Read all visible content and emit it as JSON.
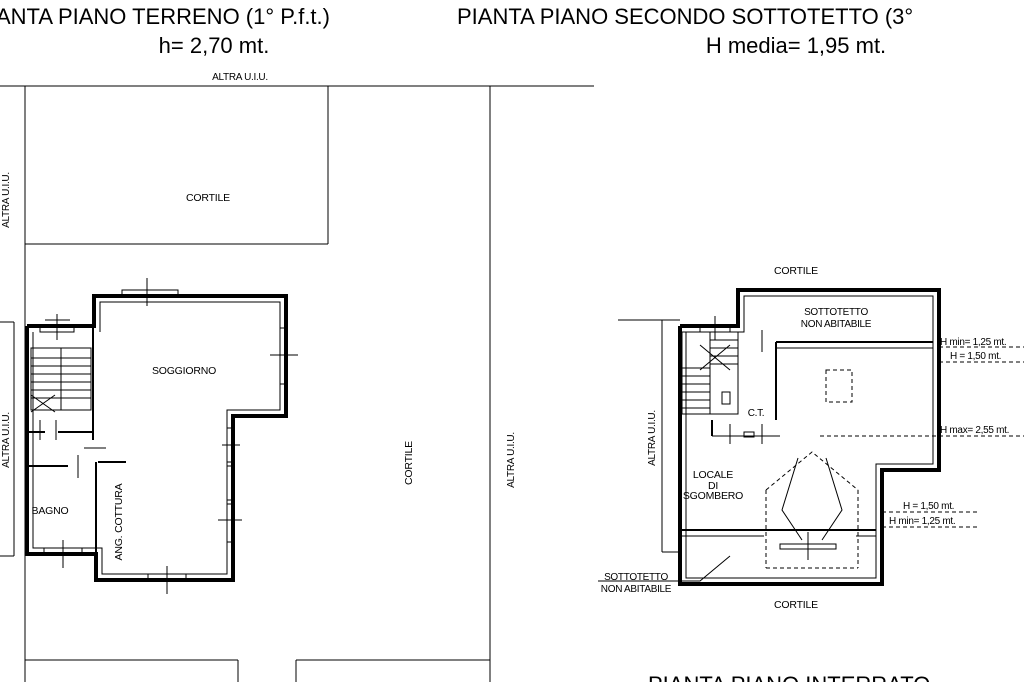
{
  "titles": {
    "ground_floor": "ANTA PIANO TERRENO (1° P.f.t.)",
    "ground_height": "h= 2,70 mt.",
    "attic_floor": "PIANTA PIANO SECONDO SOTTOTETTO (3°",
    "attic_height": "H media= 1,95 mt.",
    "basement_floor": "PIANTA PIANO INTERRATO"
  },
  "labels": {
    "altra_uiu_top": "ALTRA U.I.U.",
    "altra_uiu_left_top": "ALTRA U.I.U.",
    "altra_uiu_left_mid": "ALTRA U.I.U.",
    "altra_uiu_middle": "ALTRA U.I.U.",
    "altra_uiu_attic": "ALTRA U.I.U.",
    "cortile_top": "CORTILE",
    "cortile_right": "CORTILE",
    "cortile_attic_top": "CORTILE",
    "cortile_attic_bottom": "CORTILE",
    "soggiorno": "SOGGIORNO",
    "bagno": "BAGNO",
    "ang_cottura": "ANG. COTTURA",
    "sottotetto_line1": "SOTTOTETTO",
    "sottotetto_line2": "NON ABITABILE",
    "ct": "C.T.",
    "locale_line1": "LOCALE",
    "locale_line2": "DI",
    "locale_line3": "SGOMBERO",
    "sottotetto_bottom_line1": "SOTTOTETTO",
    "sottotetto_bottom_line2": "NON ABITABILE"
  },
  "heights": {
    "hmin_top": "H min= 1,25 mt.",
    "h_top": "H = 1,50 mt.",
    "hmax": "H max= 2,55 mt.",
    "h_bottom": "H = 1,50 mt.",
    "hmin_bottom": "H min= 1,25 mt."
  }
}
